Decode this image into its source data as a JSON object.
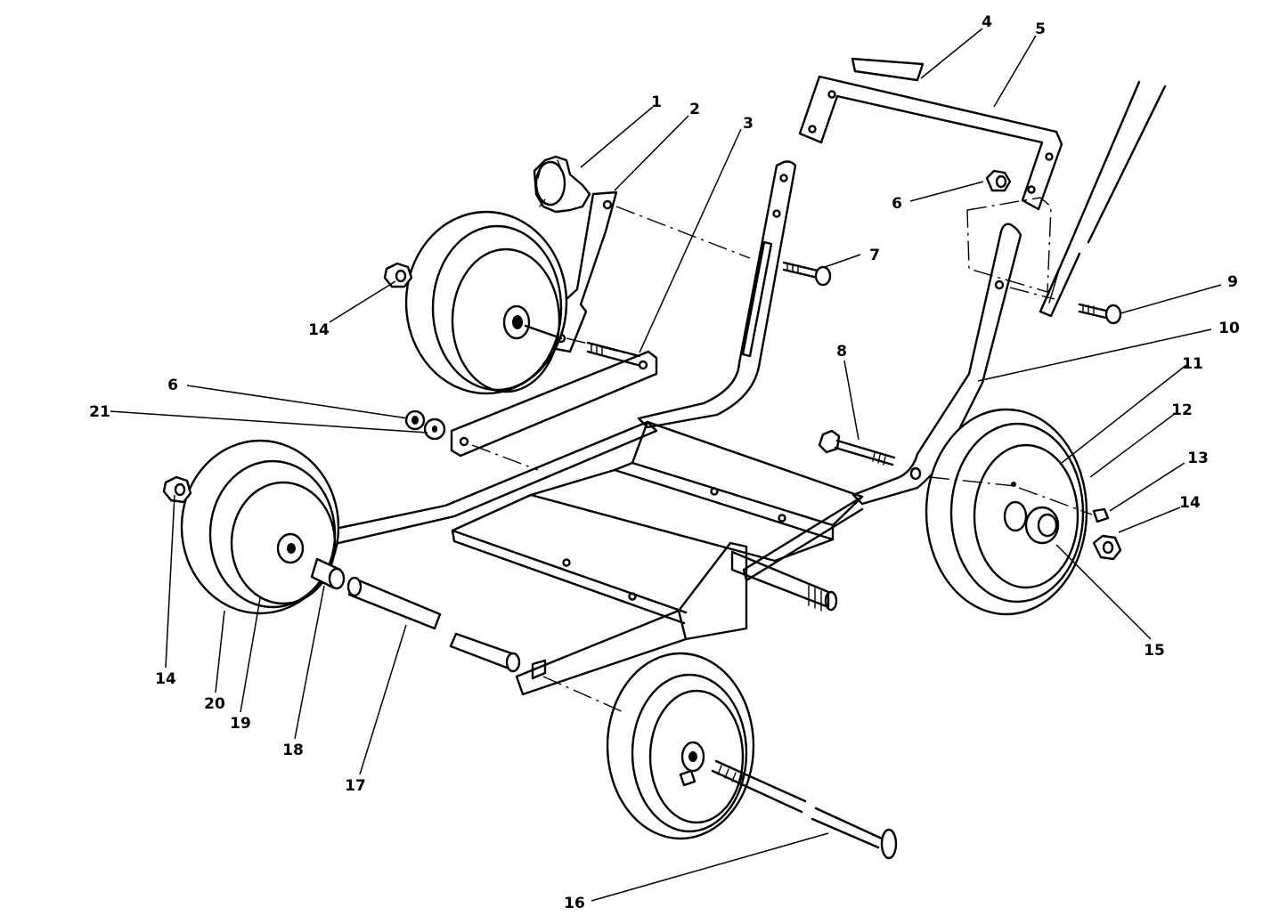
{
  "diagram": {
    "callouts": [
      {
        "id": "1",
        "label": "1"
      },
      {
        "id": "2",
        "label": "2"
      },
      {
        "id": "3",
        "label": "3"
      },
      {
        "id": "4",
        "label": "4"
      },
      {
        "id": "5",
        "label": "5"
      },
      {
        "id": "6a",
        "label": "6"
      },
      {
        "id": "6b",
        "label": "6"
      },
      {
        "id": "7",
        "label": "7"
      },
      {
        "id": "8",
        "label": "8"
      },
      {
        "id": "9",
        "label": "9"
      },
      {
        "id": "10",
        "label": "10"
      },
      {
        "id": "11",
        "label": "11"
      },
      {
        "id": "12",
        "label": "12"
      },
      {
        "id": "13",
        "label": "13"
      },
      {
        "id": "14a",
        "label": "14"
      },
      {
        "id": "14b",
        "label": "14"
      },
      {
        "id": "14c",
        "label": "14"
      },
      {
        "id": "15",
        "label": "15"
      },
      {
        "id": "16",
        "label": "16"
      },
      {
        "id": "17",
        "label": "17"
      },
      {
        "id": "18",
        "label": "18"
      },
      {
        "id": "19",
        "label": "19"
      },
      {
        "id": "20",
        "label": "20"
      },
      {
        "id": "21",
        "label": "21"
      }
    ]
  }
}
